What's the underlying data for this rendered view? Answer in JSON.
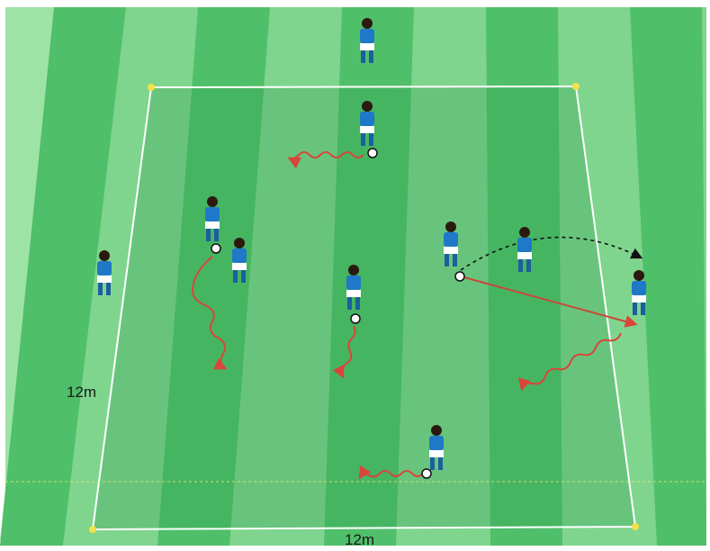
{
  "diagram": {
    "labels": {
      "side_length": "12m",
      "bottom_length": "12m"
    },
    "colors": {
      "pitch_light": "#7fd58e",
      "pitch_dark": "#4fbf6a",
      "area_tint": "#2e9a4e",
      "boundary": "#ffffff",
      "cone": "#f3e24a",
      "player_kit": "#1f78c8",
      "player_shorts": "#ffffff",
      "player_socks": "#1b5f9e",
      "dribble_arrow": "#d9453a",
      "pass_arrow": "#c9483a",
      "run_arrow": "#111111"
    },
    "players": [
      {
        "id": "top-outside",
        "ball": false,
        "facing": "down"
      },
      {
        "id": "top-inner",
        "ball": true,
        "facing": "down"
      },
      {
        "id": "left-outside",
        "ball": false,
        "facing": "right"
      },
      {
        "id": "left-pair-a",
        "ball": true,
        "facing": "down"
      },
      {
        "id": "left-pair-b",
        "ball": false,
        "facing": "left"
      },
      {
        "id": "center",
        "ball": true,
        "facing": "down"
      },
      {
        "id": "right-a",
        "ball": true,
        "facing": "down"
      },
      {
        "id": "right-b",
        "ball": false,
        "facing": "left"
      },
      {
        "id": "right-outside",
        "ball": false,
        "facing": "left"
      },
      {
        "id": "bottom",
        "ball": true,
        "facing": "left"
      }
    ]
  }
}
